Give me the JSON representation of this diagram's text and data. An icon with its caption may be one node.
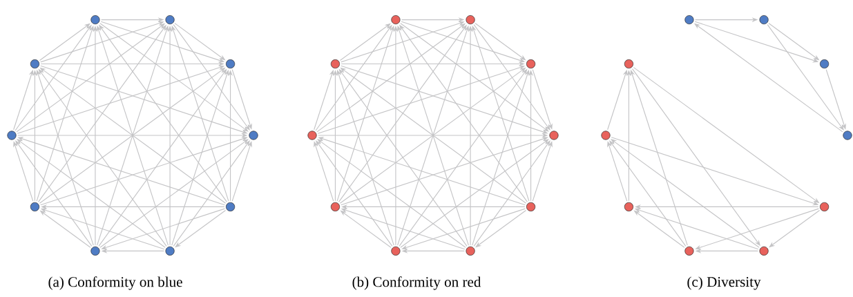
{
  "diagram": {
    "nodes": [
      {
        "text": [],
        "shape": "circle"
      },
      {
        "text": [],
        "shape": "circle"
      },
      {
        "text": [],
        "shape": "circle"
      },
      {
        "text": [],
        "shape": "circle"
      },
      {
        "text": [],
        "shape": "circle"
      },
      {
        "text": [],
        "shape": "circle"
      },
      {
        "text": [],
        "shape": "circle"
      },
      {
        "text": [],
        "shape": "circle"
      },
      {
        "text": [],
        "shape": "circle"
      },
      {
        "text": [],
        "shape": "circle"
      },
      {
        "text": [],
        "shape": "circle"
      },
      {
        "text": [],
        "shape": "circle"
      },
      {
        "text": [],
        "shape": "circle"
      },
      {
        "text": [],
        "shape": "circle"
      },
      {
        "text": [],
        "shape": "circle"
      },
      {
        "text": [],
        "shape": "circle"
      },
      {
        "text": [],
        "shape": "circle"
      },
      {
        "text": [],
        "shape": "circle"
      },
      {
        "text": [],
        "shape": "circle"
      },
      {
        "text": [],
        "shape": "circle"
      },
      {
        "text": [],
        "shape": "circle"
      },
      {
        "text": [],
        "shape": "circle"
      },
      {
        "text": [],
        "shape": "circle"
      },
      {
        "text": [],
        "shape": "circle"
      },
      {
        "text": [],
        "shape": "circle"
      },
      {
        "text": [],
        "shape": "circle"
      },
      {
        "text": [],
        "shape": "circle"
      },
      {
        "text": [],
        "shape": "circle"
      },
      {
        "text": [],
        "shape": "circle"
      },
      {
        "text": [],
        "shape": "circle"
      }
    ],
    "edges": [
      {
        "from": 4,
        "to": 5,
        "arrow": "to"
      },
      {
        "from": 4,
        "to": 6,
        "arrow": "to"
      },
      {
        "from": 4,
        "to": 7,
        "arrow": "to"
      },
      {
        "from": 4,
        "to": 8,
        "arrow": "to"
      },
      {
        "from": 4,
        "to": 9,
        "arrow": "to"
      },
      {
        "from": 4,
        "to": 0,
        "arrow": "to"
      },
      {
        "from": 4,
        "to": 1,
        "arrow": "to"
      },
      {
        "from": 4,
        "to": 2,
        "arrow": "to"
      },
      {
        "from": 4,
        "to": 3,
        "arrow": "to"
      },
      {
        "from": 5,
        "to": 6,
        "arrow": "to"
      },
      {
        "from": 5,
        "to": 7,
        "arrow": "to"
      },
      {
        "from": 5,
        "to": 8,
        "arrow": "to"
      },
      {
        "from": 5,
        "to": 9,
        "arrow": "to"
      },
      {
        "from": 5,
        "to": 0,
        "arrow": "to"
      },
      {
        "from": 5,
        "to": 1,
        "arrow": "to"
      },
      {
        "from": 5,
        "to": 2,
        "arrow": "to"
      },
      {
        "from": 5,
        "to": 3,
        "arrow": "to"
      },
      {
        "from": 6,
        "to": 7,
        "arrow": "to"
      },
      {
        "from": 6,
        "to": 8,
        "arrow": "to"
      },
      {
        "from": 6,
        "to": 9,
        "arrow": "to"
      },
      {
        "from": 6,
        "to": 0,
        "arrow": "to"
      },
      {
        "from": 6,
        "to": 1,
        "arrow": "to"
      },
      {
        "from": 6,
        "to": 2,
        "arrow": "to"
      },
      {
        "from": 6,
        "to": 3,
        "arrow": "to"
      },
      {
        "from": 7,
        "to": 8,
        "arrow": "to"
      },
      {
        "from": 7,
        "to": 9,
        "arrow": "to"
      },
      {
        "from": 7,
        "to": 0,
        "arrow": "to"
      },
      {
        "from": 7,
        "to": 1,
        "arrow": "to"
      },
      {
        "from": 7,
        "to": 2,
        "arrow": "to"
      },
      {
        "from": 7,
        "to": 3,
        "arrow": "to"
      },
      {
        "from": 8,
        "to": 9,
        "arrow": "to"
      },
      {
        "from": 8,
        "to": 0,
        "arrow": "to"
      },
      {
        "from": 8,
        "to": 1,
        "arrow": "to"
      },
      {
        "from": 8,
        "to": 2,
        "arrow": "to"
      },
      {
        "from": 8,
        "to": 3,
        "arrow": "to"
      },
      {
        "from": 9,
        "to": 0,
        "arrow": "to"
      },
      {
        "from": 9,
        "to": 1,
        "arrow": "to"
      },
      {
        "from": 9,
        "to": 2,
        "arrow": "to"
      },
      {
        "from": 9,
        "to": 3,
        "arrow": "to"
      },
      {
        "from": 0,
        "to": 1,
        "arrow": "to"
      },
      {
        "from": 0,
        "to": 2,
        "arrow": "to"
      },
      {
        "from": 0,
        "to": 3,
        "arrow": "to"
      },
      {
        "from": 1,
        "to": 2,
        "arrow": "to"
      },
      {
        "from": 1,
        "to": 3,
        "arrow": "to"
      },
      {
        "from": 2,
        "to": 3,
        "arrow": "to"
      },
      {
        "from": 14,
        "to": 15,
        "arrow": "to"
      },
      {
        "from": 14,
        "to": 16,
        "arrow": "to"
      },
      {
        "from": 14,
        "to": 17,
        "arrow": "to"
      },
      {
        "from": 14,
        "to": 18,
        "arrow": "to"
      },
      {
        "from": 14,
        "to": 19,
        "arrow": "to"
      },
      {
        "from": 14,
        "to": 10,
        "arrow": "to"
      },
      {
        "from": 14,
        "to": 11,
        "arrow": "to"
      },
      {
        "from": 14,
        "to": 12,
        "arrow": "to"
      },
      {
        "from": 14,
        "to": 13,
        "arrow": "to"
      },
      {
        "from": 15,
        "to": 16,
        "arrow": "to"
      },
      {
        "from": 15,
        "to": 17,
        "arrow": "to"
      },
      {
        "from": 15,
        "to": 18,
        "arrow": "to"
      },
      {
        "from": 15,
        "to": 19,
        "arrow": "to"
      },
      {
        "from": 15,
        "to": 10,
        "arrow": "to"
      },
      {
        "from": 15,
        "to": 11,
        "arrow": "to"
      },
      {
        "from": 15,
        "to": 12,
        "arrow": "to"
      },
      {
        "from": 15,
        "to": 13,
        "arrow": "to"
      },
      {
        "from": 16,
        "to": 17,
        "arrow": "to"
      },
      {
        "from": 16,
        "to": 18,
        "arrow": "to"
      },
      {
        "from": 16,
        "to": 19,
        "arrow": "to"
      },
      {
        "from": 16,
        "to": 10,
        "arrow": "to"
      },
      {
        "from": 16,
        "to": 11,
        "arrow": "to"
      },
      {
        "from": 16,
        "to": 12,
        "arrow": "to"
      },
      {
        "from": 16,
        "to": 13,
        "arrow": "to"
      },
      {
        "from": 17,
        "to": 18,
        "arrow": "to"
      },
      {
        "from": 17,
        "to": 19,
        "arrow": "to"
      },
      {
        "from": 17,
        "to": 10,
        "arrow": "to"
      },
      {
        "from": 17,
        "to": 11,
        "arrow": "to"
      },
      {
        "from": 17,
        "to": 12,
        "arrow": "to"
      },
      {
        "from": 17,
        "to": 13,
        "arrow": "to"
      },
      {
        "from": 18,
        "to": 19,
        "arrow": "to"
      },
      {
        "from": 18,
        "to": 10,
        "arrow": "to"
      },
      {
        "from": 18,
        "to": 11,
        "arrow": "to"
      },
      {
        "from": 18,
        "to": 12,
        "arrow": "to"
      },
      {
        "from": 18,
        "to": 13,
        "arrow": "to"
      },
      {
        "from": 19,
        "to": 10,
        "arrow": "to"
      },
      {
        "from": 19,
        "to": 11,
        "arrow": "to"
      },
      {
        "from": 19,
        "to": 12,
        "arrow": "to"
      },
      {
        "from": 19,
        "to": 13,
        "arrow": "to"
      },
      {
        "from": 10,
        "to": 11,
        "arrow": "to"
      },
      {
        "from": 10,
        "to": 12,
        "arrow": "to"
      },
      {
        "from": 10,
        "to": 13,
        "arrow": "to"
      },
      {
        "from": 11,
        "to": 12,
        "arrow": "to"
      },
      {
        "from": 11,
        "to": 13,
        "arrow": "to"
      },
      {
        "from": 12,
        "to": 13,
        "arrow": "to"
      },
      {
        "from": 20,
        "to": 21,
        "arrow": "to"
      },
      {
        "from": 20,
        "to": 22,
        "arrow": "to"
      },
      {
        "from": 21,
        "to": 22,
        "arrow": "to"
      },
      {
        "from": 21,
        "to": 23,
        "arrow": "to"
      },
      {
        "from": 22,
        "to": 23,
        "arrow": "to"
      },
      {
        "from": 23,
        "to": 20,
        "arrow": "to"
      },
      {
        "from": 29,
        "to": 24,
        "arrow": "to"
      },
      {
        "from": 29,
        "to": 25,
        "arrow": "to"
      },
      {
        "from": 24,
        "to": 25,
        "arrow": "to"
      },
      {
        "from": 24,
        "to": 26,
        "arrow": "to"
      },
      {
        "from": 24,
        "to": 27,
        "arrow": "to"
      },
      {
        "from": 25,
        "to": 26,
        "arrow": "to"
      },
      {
        "from": 25,
        "to": 27,
        "arrow": "to"
      },
      {
        "from": 25,
        "to": 28,
        "arrow": "to"
      },
      {
        "from": 26,
        "to": 27,
        "arrow": "to"
      },
      {
        "from": 26,
        "to": 28,
        "arrow": "to"
      },
      {
        "from": 26,
        "to": 29,
        "arrow": "to"
      },
      {
        "from": 27,
        "to": 28,
        "arrow": "to"
      },
      {
        "from": 27,
        "to": 29,
        "arrow": "to"
      },
      {
        "from": 28,
        "to": 29,
        "arrow": "to"
      },
      {
        "from": 28,
        "to": 24,
        "arrow": "to"
      }
    ],
    "labels": [
      "(a) Conformity on blue",
      "(b) Conformity on red",
      "(c) Diversity"
    ]
  }
}
